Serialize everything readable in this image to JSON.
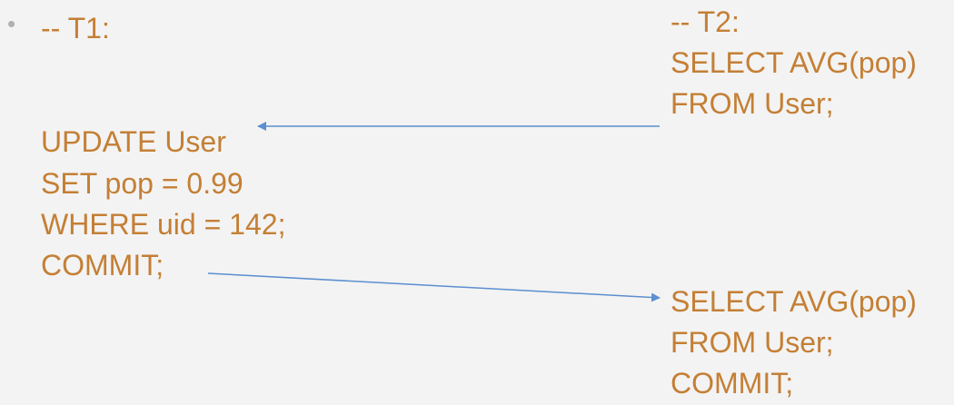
{
  "colors": {
    "text": "#c47f35",
    "bullet": "#b0b0b0",
    "arrow": "#5b8fd0",
    "background": "#f3f3f3"
  },
  "bullet": {
    "icon": "bullet-dot-icon",
    "glyph": "•"
  },
  "t1": {
    "label": "-- T1:",
    "update_lines": [
      "UPDATE User",
      "SET pop = 0.99",
      "WHERE uid = 142;",
      "COMMIT;"
    ]
  },
  "t2": {
    "label": "-- T2:",
    "first_query": [
      "SELECT AVG(pop)",
      "FROM User;"
    ],
    "second_query": [
      "SELECT AVG(pop)",
      "FROM User;",
      "COMMIT;"
    ]
  }
}
